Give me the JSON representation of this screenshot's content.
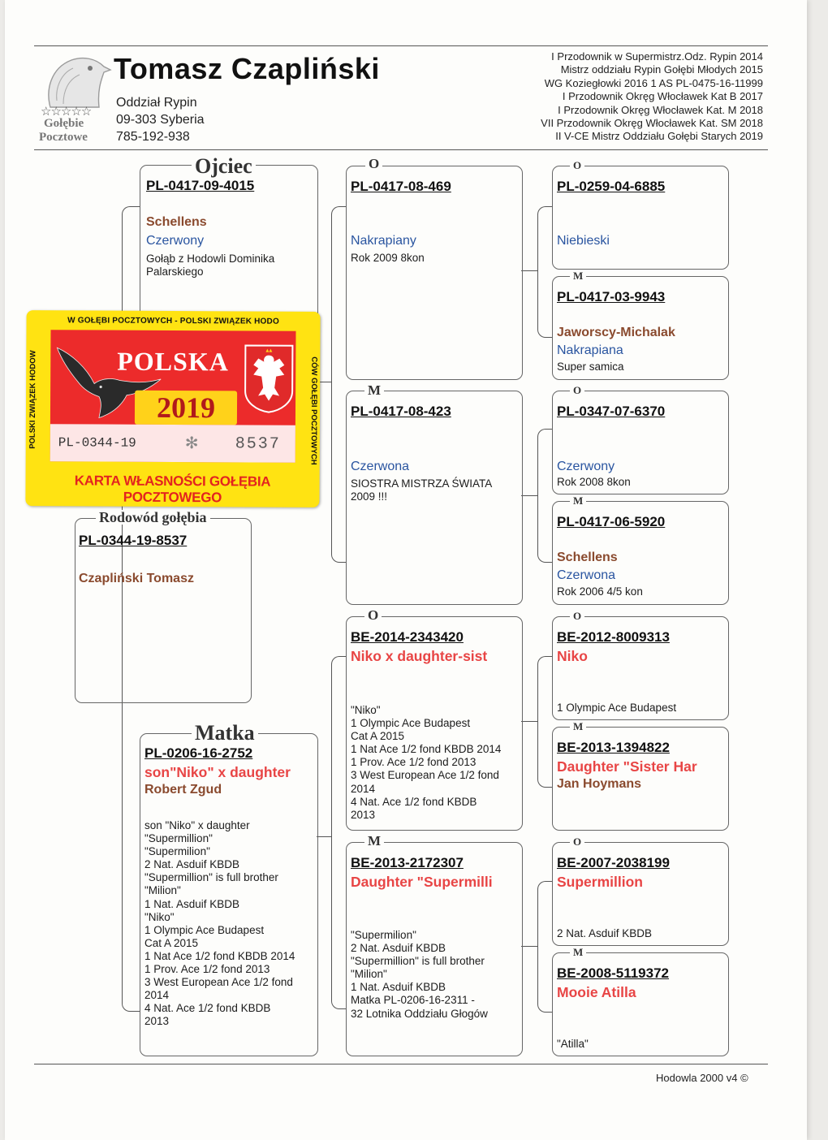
{
  "header": {
    "logo": {
      "stars": "☆☆☆☆☆",
      "line1": "Gołębie",
      "line2": "Pocztowe"
    },
    "name": "Tomasz Czapliński",
    "address": [
      "Oddział Rypin",
      "09-303 Syberia",
      "785-192-938"
    ],
    "achievements": [
      "I Przodownik w Supermistrz.Odz. Rypin 2014",
      "Mistrz oddziału Rypin Gołębi Młodych 2015",
      "WG Koziegłowki 2016 1 AS PL-0475-16-11999",
      "I Przodownik Okręg Włocławek Kat B 2017",
      "I Przodownik Okręg Włocławek Kat. M 2018",
      "VII Przodownik Okręg Włocławek Kat. SM 2018",
      "II V-CE Mistrz Oddziału Gołębi Starych 2019"
    ]
  },
  "card": {
    "top": "W GOŁĘBI POCZTOWYCH - POLSKI ZWIĄZEK HODO",
    "left": "POLSKI ZWIĄZEK HODOW",
    "right": "CÓW GOŁĘBI POCZTOWYCH",
    "country": "POLSKA",
    "year": "2019",
    "ring_prefix": "PL-0344-19",
    "ring_number": "8537",
    "bottom": "KARTA WŁASNOŚCI GOŁĘBIA POCZTOWEGO"
  },
  "subject": {
    "title": "Rodowód gołębia",
    "ring": "PL-0344-19-8537",
    "owner": "Czapliński Tomasz"
  },
  "father": {
    "title": "Ojciec",
    "ring": "PL-0417-09-4015",
    "strain": "Schellens",
    "color": "Czerwony",
    "notes": "Gołąb z Hodowli Dominika\nPalarskiego"
  },
  "mother": {
    "title": "Matka",
    "ring": "PL-0206-16-2752",
    "line1": "son\"Niko\" x daughter",
    "breeder": "Robert Zgud",
    "notes": "son \"Niko\" x daughter\n\"Supermillion\"\n\"Supermilion\"\n2 Nat. Asduif KBDB\n\"Supermillion\" is full brother\n\"Milion\"\n1 Nat. Asduif KBDB\n\"Niko\"\n1 Olympic Ace Budapest\nCat A 2015\n1 Nat Ace 1/2 fond KBDB 2014\n1 Prov. Ace 1/2 fond 2013\n3 West European Ace 1/2 fond\n2014\n4 Nat. Ace 1/2 fond KBDB\n2013"
  },
  "ff": {
    "label": "O",
    "ring": "PL-0417-08-469",
    "color": "Nakrapiany",
    "notes": "Rok 2009 8kon"
  },
  "fm": {
    "label": "M",
    "ring": "PL-0417-08-423",
    "color": "Czerwona",
    "notes": "SIOSTRA MISTRZA ŚWIATA\n2009 !!!"
  },
  "mf": {
    "label": "O",
    "ring": "BE-2014-2343420",
    "line1": "Niko x daughter-sist",
    "notes": "\"Niko\"\n1 Olympic Ace Budapest\nCat A 2015\n1 Nat Ace 1/2 fond KBDB 2014\n1 Prov. Ace 1/2 fond 2013\n3 West European Ace 1/2 fond\n2014\n4 Nat. Ace 1/2 fond KBDB\n2013"
  },
  "mm": {
    "label": "M",
    "ring": "BE-2013-2172307",
    "line1": "Daughter \"Supermilli",
    "notes": "\"Supermilion\"\n2 Nat. Asduif KBDB\n\"Supermillion\" is full brother\n\"Milion\"\n1 Nat. Asduif KBDB\nMatka PL-0206-16-2311 -\n32 Lotnika Oddziału Głogów"
  },
  "fff": {
    "label": "O",
    "ring": "PL-0259-04-6885",
    "color": "Niebieski"
  },
  "ffm": {
    "label": "M",
    "ring": "PL-0417-03-9943",
    "strain": "Jaworscy-Michalak",
    "color": "Nakrapiana",
    "notes": "Super samica"
  },
  "fmf": {
    "label": "O",
    "ring": "PL-0347-07-6370",
    "color": "Czerwony",
    "notes": "Rok 2008 8kon"
  },
  "fmm": {
    "label": "M",
    "ring": "PL-0417-06-5920",
    "strain": "Schellens",
    "color": "Czerwona",
    "notes": "Rok 2006 4/5 kon"
  },
  "mff": {
    "label": "O",
    "ring": "BE-2012-8009313",
    "line1": "Niko",
    "notes": "1 Olympic Ace Budapest"
  },
  "mfm": {
    "label": "M",
    "ring": "BE-2013-1394822",
    "line1": "Daughter \"Sister Har",
    "breeder": "Jan Hoymans"
  },
  "mmf": {
    "label": "O",
    "ring": "BE-2007-2038199",
    "line1": "Supermillion",
    "notes": "2 Nat. Asduif KBDB"
  },
  "mmm": {
    "label": "M",
    "ring": "BE-2008-5119372",
    "line1": "Mooie Atilla",
    "notes": "\"Atilla\""
  },
  "footer": "Hodowla 2000 v4 ©"
}
